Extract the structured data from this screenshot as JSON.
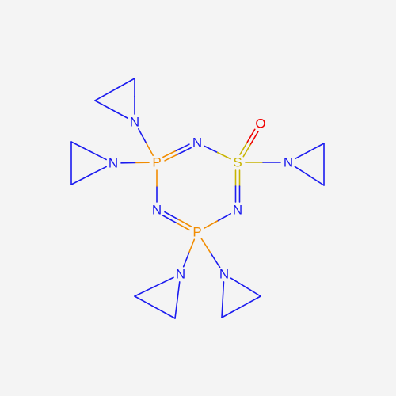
{
  "colors": {
    "background": "#f4f4f4",
    "N": "#1a1aef",
    "P": "#f18c00",
    "S": "#c8b400",
    "O": "#f00000"
  },
  "atoms": [
    {
      "id": "P1",
      "element": "P",
      "label": "P"
    },
    {
      "id": "N1",
      "element": "N",
      "label": "N"
    },
    {
      "id": "S1",
      "element": "S",
      "label": "S"
    },
    {
      "id": "N2",
      "element": "N",
      "label": "N"
    },
    {
      "id": "P2",
      "element": "P",
      "label": "P"
    },
    {
      "id": "N3",
      "element": "N",
      "label": "N"
    },
    {
      "id": "O1",
      "element": "O",
      "label": "O"
    },
    {
      "id": "Nz1",
      "element": "N",
      "label": "N"
    },
    {
      "id": "Nz2",
      "element": "N",
      "label": "N"
    },
    {
      "id": "Nz3",
      "element": "N",
      "label": "N"
    },
    {
      "id": "Nz4",
      "element": "N",
      "label": "N"
    },
    {
      "id": "Nz5",
      "element": "N",
      "label": "N"
    }
  ],
  "bonds": [
    {
      "a": "P1",
      "b": "N1",
      "order": 2
    },
    {
      "a": "N1",
      "b": "S1",
      "order": 1
    },
    {
      "a": "S1",
      "b": "N2",
      "order": 2
    },
    {
      "a": "N2",
      "b": "P2",
      "order": 1
    },
    {
      "a": "P2",
      "b": "N3",
      "order": 2
    },
    {
      "a": "N3",
      "b": "P1",
      "order": 1
    },
    {
      "a": "S1",
      "b": "O1",
      "order": 2
    },
    {
      "a": "S1",
      "b": "Nz1",
      "order": 1
    },
    {
      "a": "P1",
      "b": "Nz2",
      "order": 1
    },
    {
      "a": "P1",
      "b": "Nz3",
      "order": 1
    },
    {
      "a": "P2",
      "b": "Nz4",
      "order": 1
    },
    {
      "a": "P2",
      "b": "Nz5",
      "order": 1
    }
  ],
  "aziridines": [
    {
      "n": "Nz1",
      "ring": "az1"
    },
    {
      "n": "Nz2",
      "ring": "az2"
    },
    {
      "n": "Nz3",
      "ring": "az3"
    },
    {
      "n": "Nz4",
      "ring": "az4"
    },
    {
      "n": "Nz5",
      "ring": "az5"
    }
  ]
}
